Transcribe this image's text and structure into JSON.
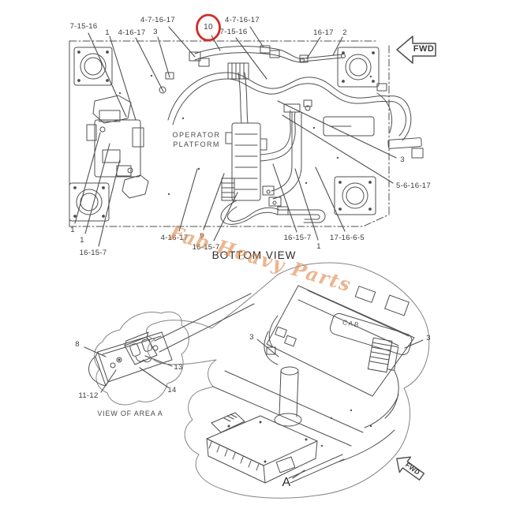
{
  "watermark": {
    "text": "Fab Heavy Parts",
    "color": "#e08a4e"
  },
  "colors": {
    "highlight_red": "#d32b27",
    "line": "#4f4f4f"
  },
  "top_view": {
    "title": "BOTTOM VIEW",
    "area_label": [
      "OPERATOR",
      "PLATFORM"
    ],
    "fwd_label": "FWD",
    "circled_callout": "10",
    "callouts": [
      "7-15-16",
      "1",
      "4-16-17",
      "3",
      "4-7-16-17",
      "7-15-16",
      "4-7-16-17",
      "16-17",
      "2",
      "3",
      "5-6-16-17",
      "1",
      "1",
      "16-15-7",
      "4-16-17",
      "9",
      "16-15-7",
      "16-15-7",
      "1",
      "17-16-6-5"
    ]
  },
  "area_a_view": {
    "title": "VIEW OF AREA A",
    "callouts": [
      "8",
      "13",
      "14",
      "11-12"
    ]
  },
  "cab_view": {
    "cab_label": "CAB",
    "view_letter": "A",
    "fwd_label": "FWD",
    "callouts": [
      "3",
      "3"
    ]
  }
}
